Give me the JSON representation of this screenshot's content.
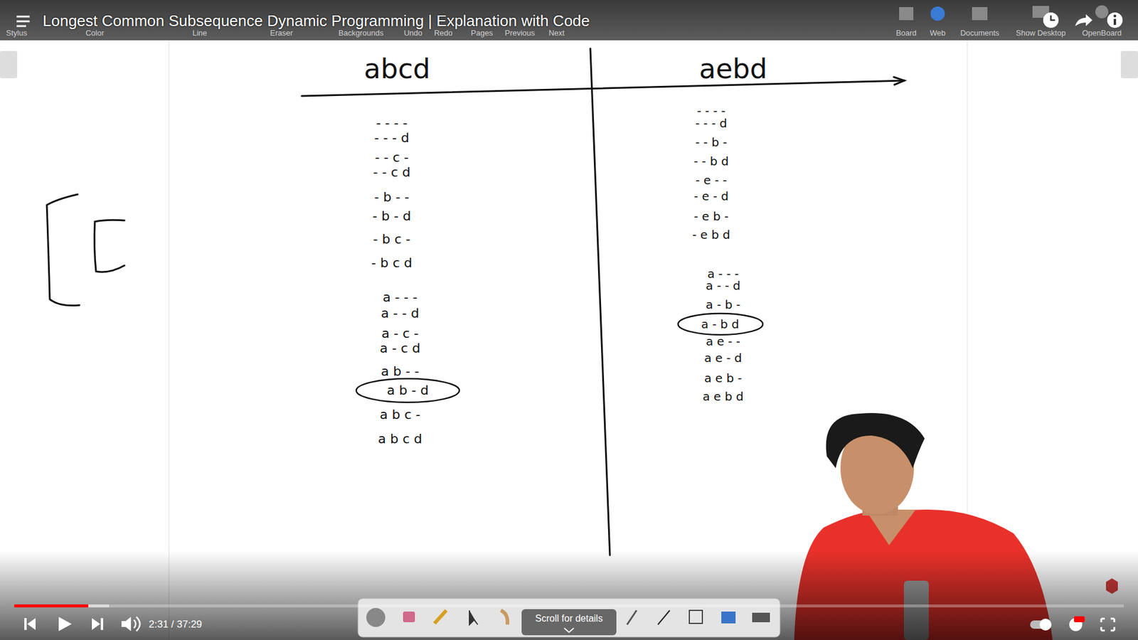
{
  "diagram": {
    "title": "Longest Common Subsequence Dynamic Programming | Explanation with Code",
    "nodes": [
      {
        "text": [
          "a b - d"
        ]
      },
      {
        "text": [
          "a - b d"
        ]
      }
    ],
    "labels": [
      "Stylus",
      "Color",
      "Line",
      "Eraser",
      "Backgrounds",
      "Undo",
      "Redo",
      "Pages",
      "Previous",
      "Next",
      "Board",
      "Web",
      "Documents",
      "Show Desktop",
      "OpenBoard",
      "abcd",
      "aebd",
      "- - - -",
      "- - - d",
      "- - c -",
      "- - c d",
      "- b - -",
      "- b - d",
      "- b c -",
      "- b c d",
      "a - - -",
      "a - - d",
      "a - c -",
      "a - c d",
      "a b - -",
      "a b c -",
      "a b c d",
      "- - - -",
      "- - - d",
      "- - b -",
      "- - b d",
      "- e - -",
      "- e - d",
      "- e b -",
      "- e b d",
      "a - - -",
      "a - - d",
      "a - b -",
      "a e - -",
      "a e - d",
      "a e b -",
      "a e b d",
      "2:31 / 37:29",
      "Scroll for details"
    ]
  }
}
